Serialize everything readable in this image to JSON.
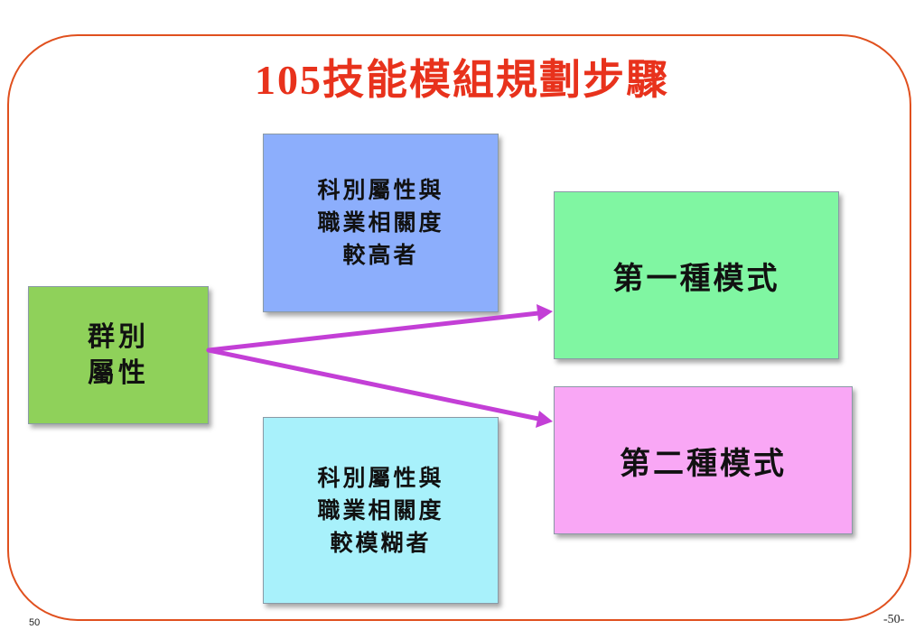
{
  "title": "105技能模組規劃步驟",
  "source_box": {
    "lines": [
      "群別",
      "屬性"
    ]
  },
  "upper_box": {
    "lines": [
      "科別屬性與",
      "職業相關度",
      "較高者"
    ]
  },
  "lower_box": {
    "lines": [
      "科別屬性與",
      "職業相關度",
      "較模糊者"
    ]
  },
  "mode_one": "第一種模式",
  "mode_two": "第二種模式",
  "slide_number": "50",
  "page_footer": "-50-",
  "colors": {
    "title": "#e8321c",
    "frame": "#e0501e",
    "source_box": "#8fd15a",
    "upper_box": "#8caefc",
    "lower_box": "#a8f1fb",
    "mode_one": "#80f6a2",
    "mode_two": "#f9a7f5",
    "arrow": "#c33fd6"
  }
}
